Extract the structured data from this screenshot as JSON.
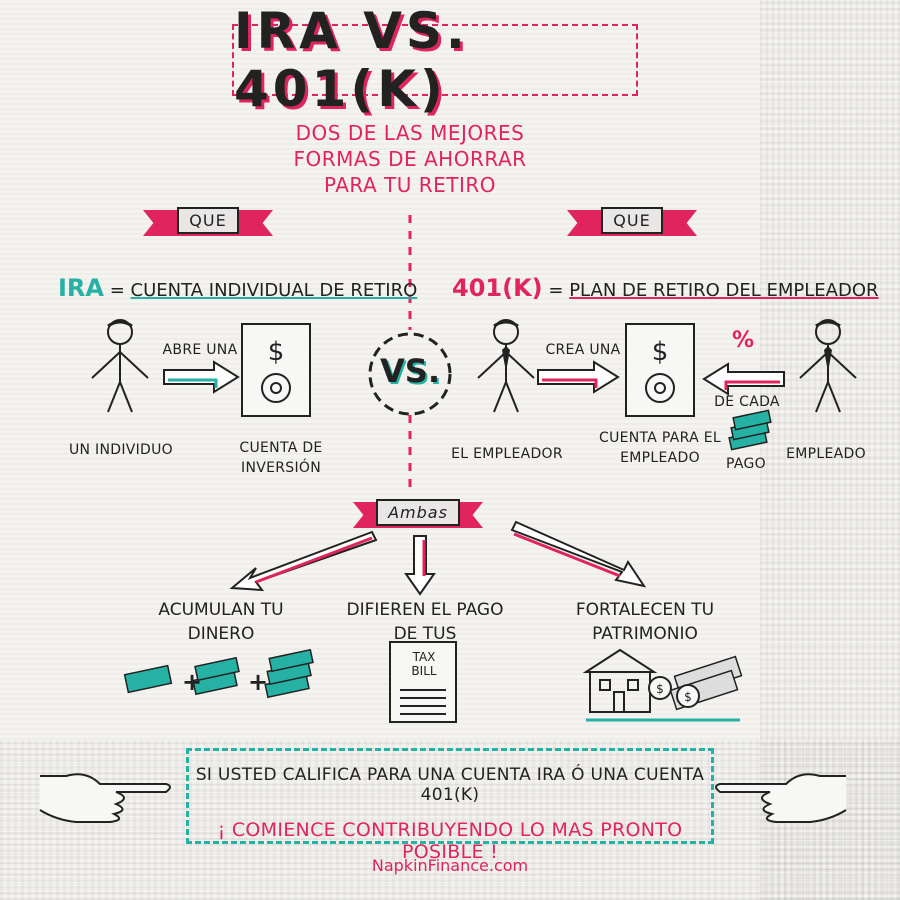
{
  "title": "IRA VS. 401(K)",
  "subtitle": [
    "DOS DE LAS MEJORES",
    "FORMAS DE AHORRAR",
    "PARA TU RETIRO"
  ],
  "ribbon_left": "QUE",
  "ribbon_right": "QUE",
  "ira": {
    "key": "IRA",
    "eq": "=",
    "definition": "CUENTA INDIVIDUAL DE RETIRO",
    "arrow_label": "ABRE UNA",
    "person_label": "UN INDIVIDUO",
    "account_label": [
      "CUENTA DE",
      "INVERSIÓN"
    ]
  },
  "k401": {
    "key": "401(K)",
    "eq": "=",
    "definition": "PLAN DE RETIRO DEL EMPLEADOR",
    "arrow_label": "CREA UNA",
    "employer_label": "EL EMPLEADOR",
    "account_label": [
      "CUENTA PARA EL",
      "EMPLEADO"
    ],
    "percent": "%",
    "from_label": "DE CADA",
    "pay_label": "PAGO",
    "employee_label": "EMPLEADO"
  },
  "vs_label": "VS.",
  "both_label": "Ambas",
  "benefits": [
    {
      "lines": [
        "ACUMULAN TU",
        "DINERO"
      ]
    },
    {
      "lines": [
        "DIFIEREN EL PAGO",
        "DE TUS"
      ]
    },
    {
      "lines": [
        "FORTALECEN TU",
        "PATRIMONIO"
      ]
    }
  ],
  "tax_bill": [
    "TAX",
    "BILL"
  ],
  "cta": {
    "line1": "SI USTED CALIFICA PARA UNA CUENTA IRA Ó UNA CUENTA 401(K)",
    "line2": "¡ COMIENCE CONTRIBUYENDO LO MAS PRONTO POSIBLE !"
  },
  "footer": "NapkinFinance.com",
  "colors": {
    "pink": "#e0245e",
    "teal": "#25b2a5",
    "ink": "#222222"
  }
}
